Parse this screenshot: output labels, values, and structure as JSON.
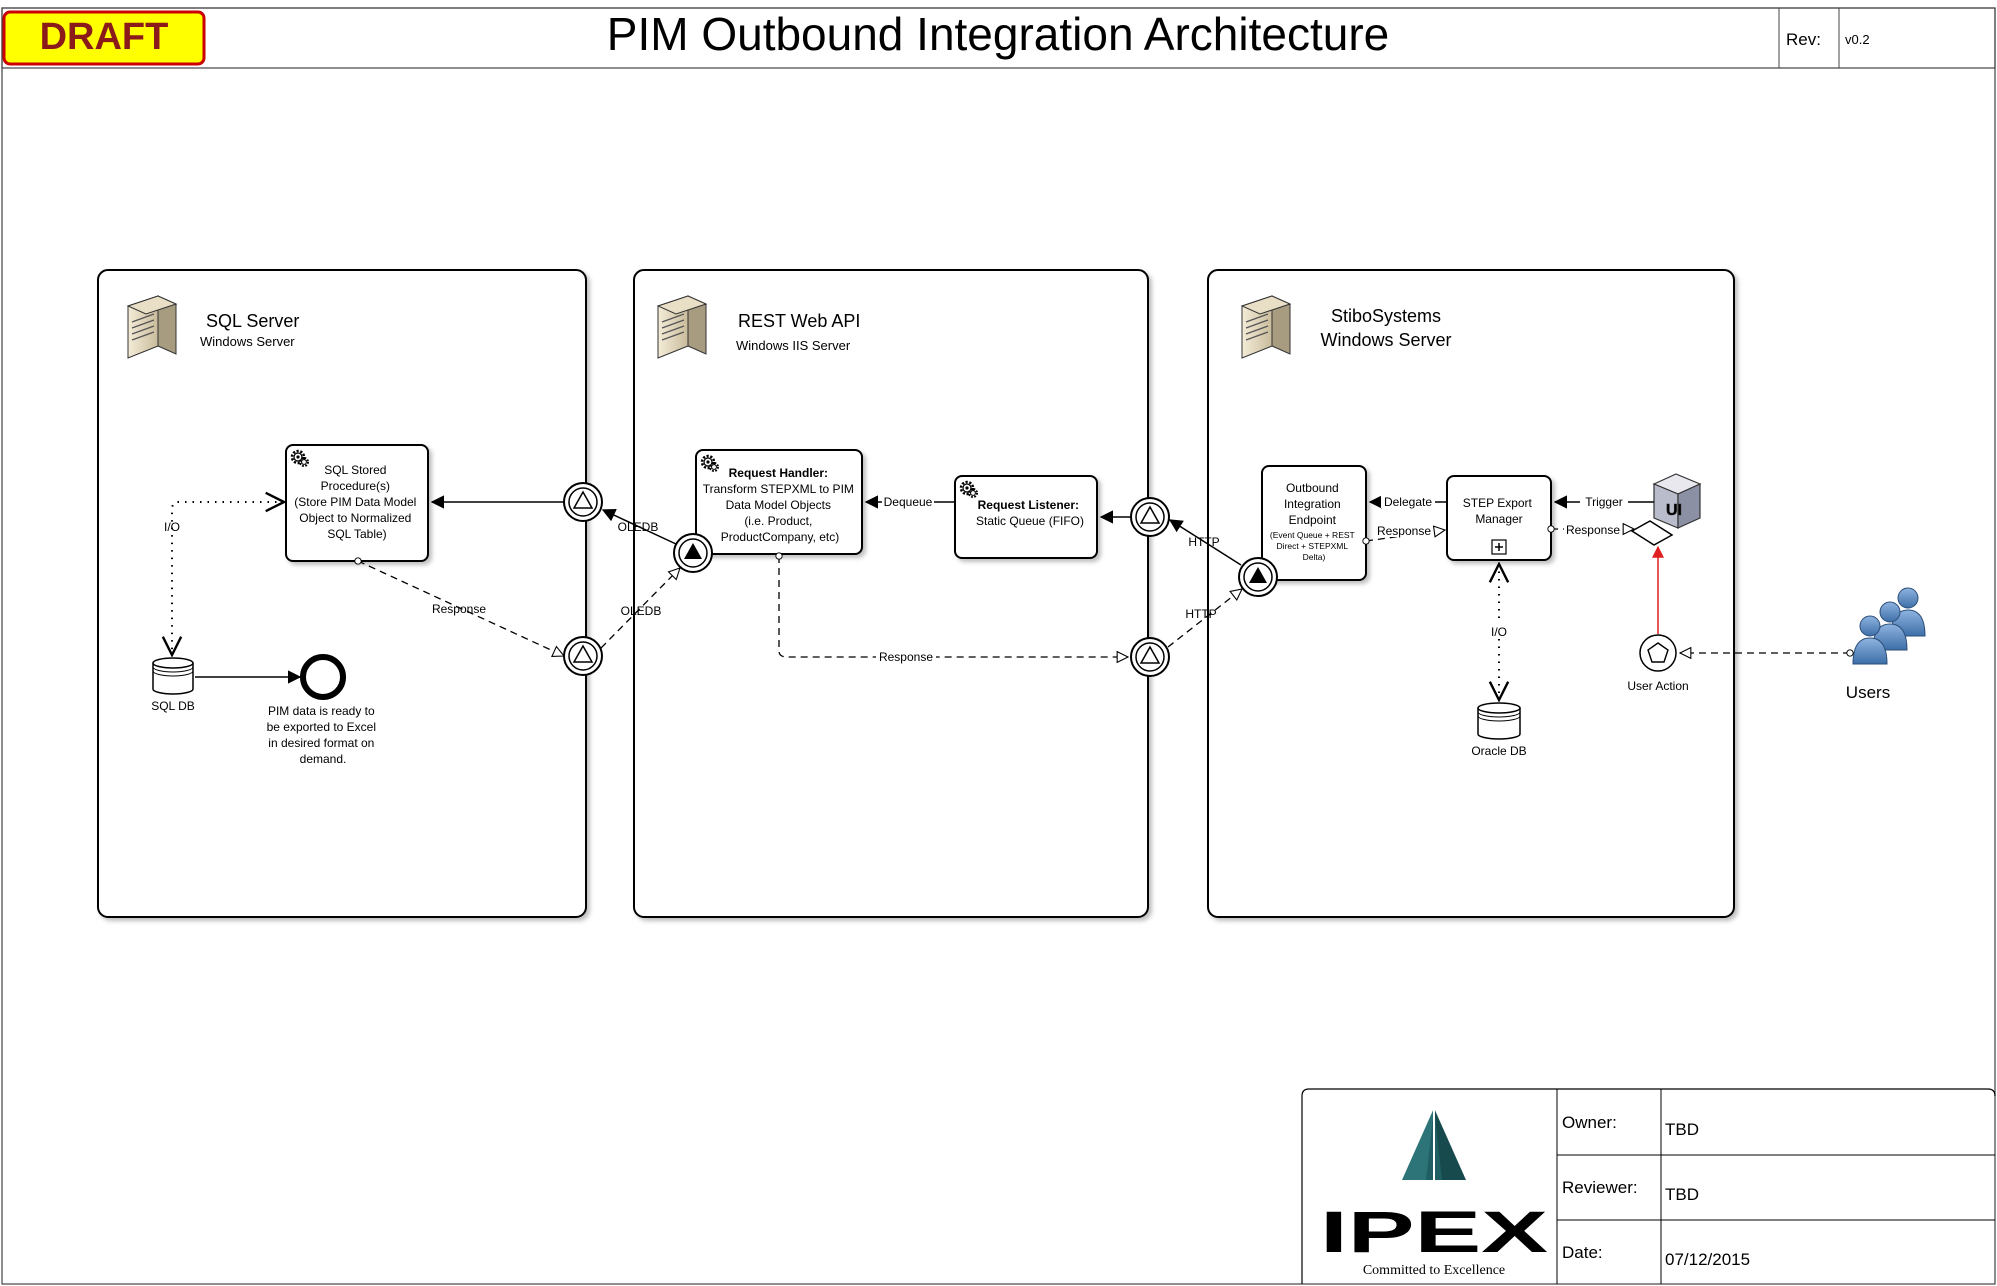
{
  "header": {
    "draft_label": "DRAFT",
    "title": "PIM Outbound Integration Architecture",
    "rev_label": "Rev:",
    "rev_value": "v0.2"
  },
  "servers": [
    {
      "title": "SQL Server",
      "subtitle": "Windows Server"
    },
    {
      "title": "REST Web API",
      "subtitle": "Windows IIS Server"
    },
    {
      "title": "StiboSystems",
      "subtitle": "Windows Server"
    }
  ],
  "tasks": {
    "sql_proc": [
      "SQL Stored",
      "Procedure(s)",
      "(Store PIM Data Model",
      "Object to Normalized",
      "SQL Table)"
    ],
    "request_handler": {
      "title": "Request Handler:",
      "lines": [
        "Transform STEPXML to PIM",
        "Data Model Objects",
        "(i.e. Product,",
        "ProductCompany, etc)"
      ]
    },
    "request_listener": {
      "title": "Request Listener:",
      "lines": [
        "Static Queue (FIFO)"
      ]
    },
    "outbound_endpoint": {
      "lines": [
        "Outbound",
        "Integration",
        "Endpoint"
      ],
      "small": [
        "(Event Queue + REST",
        "Direct + STEPXML",
        "Delta)"
      ]
    },
    "step_export": [
      "STEP Export",
      "Manager"
    ]
  },
  "data_stores": {
    "sql_db": "SQL DB",
    "oracle_db": "Oracle DB"
  },
  "end_event_text": [
    "PIM data is ready to",
    "be exported to Excel",
    "in desired format on",
    "demand."
  ],
  "user_action_label": "User Action",
  "users_label": "Users",
  "ui_icon_label": "UI",
  "flow_labels": {
    "io_left": "I/O",
    "response_sql": "Response",
    "oledb_top": "OLEDB",
    "oledb_bottom": "OLEDB",
    "dequeue": "Dequeue",
    "response_mid": "Response",
    "http_top": "HTTP",
    "http_bottom": "HTTP",
    "delegate": "Delegate",
    "response_step": "Response",
    "trigger": "Trigger",
    "response_ui": "Response",
    "io_right": "I/O"
  },
  "footer": {
    "logo_word": "IPEX",
    "logo_tagline": "Committed to Excellence",
    "owner_label": "Owner:",
    "owner_value": "TBD",
    "reviewer_label": "Reviewer:",
    "reviewer_value": "TBD",
    "date_label": "Date:",
    "date_value": "07/12/2015"
  },
  "colors": {
    "draft_fill": "#ffff00",
    "draft_border": "#cc0000",
    "draft_text": "#8b1a1a",
    "user_icon": "#4a7ab8",
    "red_arrow": "#e02020",
    "logo_teal": "#1f5f63"
  }
}
